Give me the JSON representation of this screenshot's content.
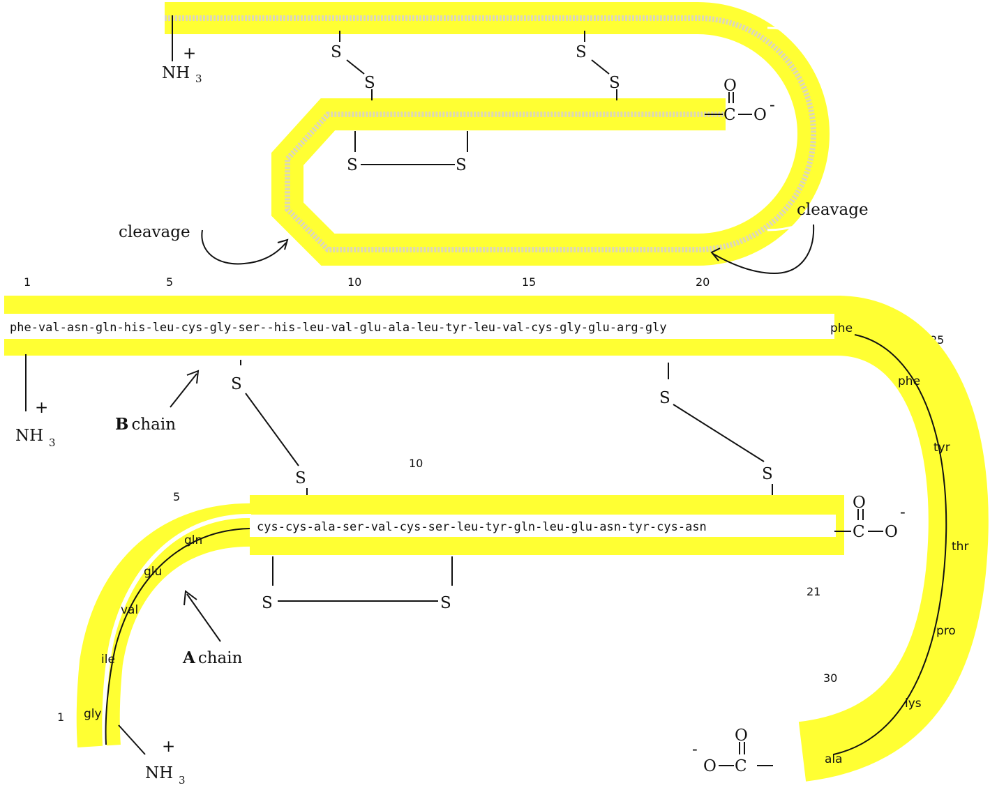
{
  "proinsulin": {
    "cleavage_left": "cleavage",
    "cleavage_right": "cleavage",
    "nh3": "NH",
    "nh3_sub": "3",
    "plus": "+",
    "s": "S",
    "carboxyl": {
      "o": "O",
      "c": "C",
      "minus": "-"
    }
  },
  "b_chain": {
    "sequence": "phe-val-asn-gln-his-leu-cys-gly-ser--his-leu-val-glu-ala-leu-tyr-leu-val-cys-gly-glu-arg-gly",
    "numbers": [
      "1",
      "5",
      "10",
      "15",
      "20",
      "25",
      "30"
    ],
    "tail_residues": [
      "phe",
      "phe",
      "tyr",
      "thr",
      "pro",
      "lys",
      "ala"
    ],
    "label_bold": "B",
    "label_text": "chain",
    "nh3": "NH",
    "nh3_sub": "3",
    "plus": "+",
    "carboxyl": {
      "o": "O",
      "c": "C",
      "minus": "-"
    }
  },
  "a_chain": {
    "sequence": "cys-cys-ala-ser-val-cys-ser-leu-tyr-gln-leu-glu-asn-tyr-cys-asn",
    "numbers": [
      "1",
      "5",
      "10",
      "21"
    ],
    "tail_residues": [
      "gln",
      "glu",
      "val",
      "ile",
      "gly"
    ],
    "label_bold": "A",
    "label_text": "chain",
    "nh3": "NH",
    "nh3_sub": "3",
    "plus": "+",
    "carboxyl": {
      "o": "O",
      "c": "C",
      "minus": "-"
    }
  },
  "disulfide": {
    "s": "S"
  }
}
